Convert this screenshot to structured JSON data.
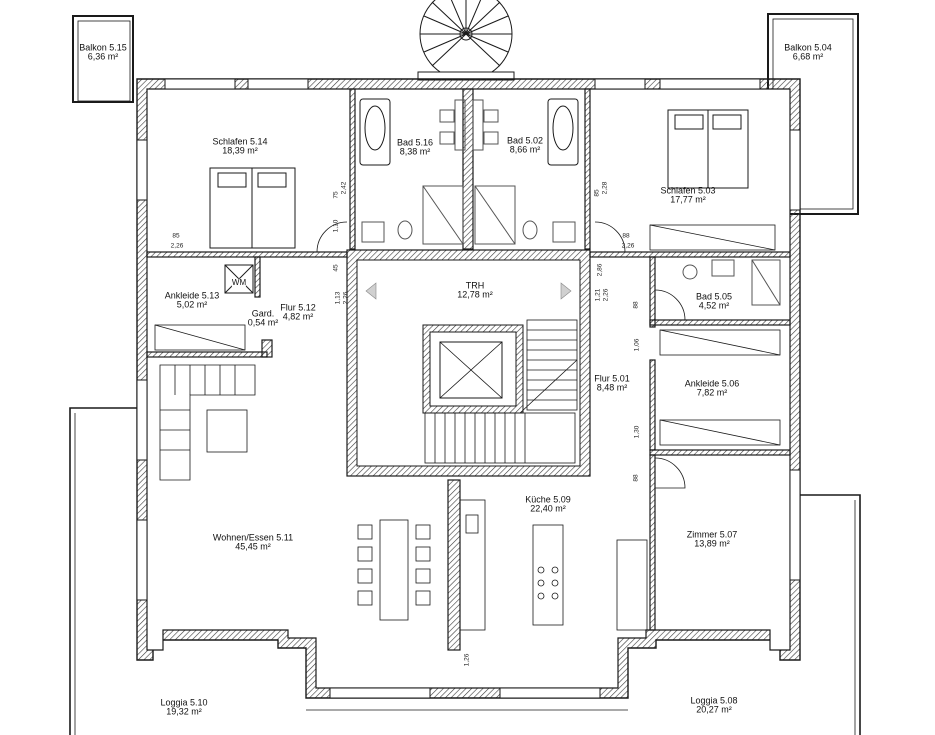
{
  "rooms": {
    "balkon_515": {
      "name": "Balkon 5.15",
      "area": "6,36 m²"
    },
    "balkon_504": {
      "name": "Balkon 5.04",
      "area": "6,68 m²"
    },
    "schlafen_514": {
      "name": "Schlafen 5.14",
      "area": "18,39 m²"
    },
    "bad_516": {
      "name": "Bad 5.16",
      "area": "8,38 m²"
    },
    "bad_502": {
      "name": "Bad 5.02",
      "area": "8,66 m²"
    },
    "schlafen_503": {
      "name": "Schlafen 5.03",
      "area": "17,77 m²"
    },
    "trh": {
      "name": "TRH",
      "area": "12,78 m²"
    },
    "ankleide_513": {
      "name": "Ankleide 5.13",
      "area": "5,02 m²"
    },
    "gard": {
      "name": "Gard.",
      "area": "0,54 m²"
    },
    "flur_512": {
      "name": "Flur 5.12",
      "area": "4,82 m²"
    },
    "bad_505": {
      "name": "Bad 5.05",
      "area": "4,52 m²"
    },
    "flur_501": {
      "name": "Flur 5.01",
      "area": "8,48 m²"
    },
    "ankleide_506": {
      "name": "Ankleide 5.06",
      "area": "7,82 m²"
    },
    "wohnen_511": {
      "name": "Wohnen/Essen 5.11",
      "area": "45,45 m²"
    },
    "kuche_509": {
      "name": "Küche 5.09",
      "area": "22,40 m²"
    },
    "zimmer_507": {
      "name": "Zimmer 5.07",
      "area": "13,89 m²"
    },
    "loggia_510": {
      "name": "Loggia 5.10",
      "area": "19,32 m²"
    },
    "loggia_508": {
      "name": "Loggia 5.08",
      "area": "20,27 m²"
    }
  },
  "fixtures": {
    "wm": "WM"
  },
  "dimensions": {
    "d85_left": "85",
    "d226_left": "2,26",
    "d88_right": "88",
    "d226_right": "2,26",
    "d75": "75",
    "d242": "2,42",
    "d85_right_v": "85",
    "d228": "2,28",
    "d110": "1,10",
    "d45": "45",
    "d113": "1,13",
    "d226_flur": "2,26",
    "d286": "2,86",
    "d121": "1,21",
    "d226_trh_r": "2,26",
    "d88_v": "88",
    "d106": "1,06",
    "d130": "1,30",
    "d126": "1,26",
    "d085": "88"
  },
  "colors": {
    "wall": "#1a1a1a",
    "wall_fill": "#ffffff",
    "hatch": "#3a3a3a",
    "fixture": "#555555"
  }
}
